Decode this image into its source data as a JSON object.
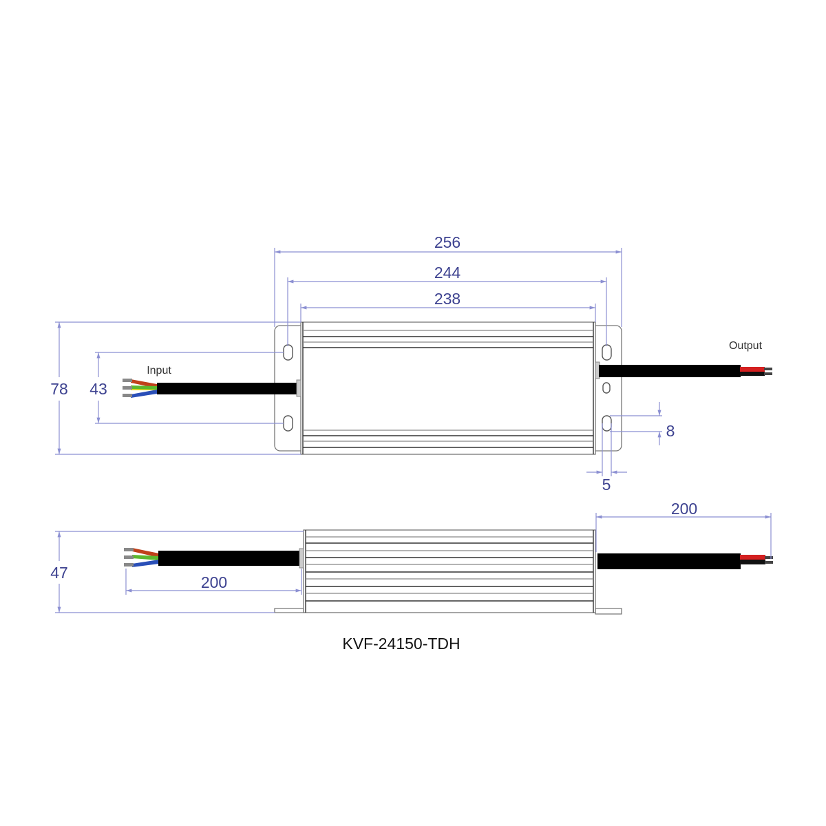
{
  "title": "KVF-24150-TDH",
  "labels": {
    "input": "Input",
    "output": "Output"
  },
  "dimensions": {
    "overall_length": "256",
    "hole_spacing_length": "244",
    "body_length": "238",
    "overall_width": "78",
    "hole_spacing_width": "43",
    "hole_height": "8",
    "hole_width": "5",
    "height": "47",
    "input_cable_length": "200",
    "output_cable_length": "200"
  },
  "colors": {
    "dimension": "#3d4290",
    "dimension_line": "#8b8fd2",
    "cable": "#000000",
    "wire_red": "#d42020",
    "wire_green": "#5cb82e",
    "wire_yellow": "#e8d820",
    "wire_blue": "#2a4fb8",
    "wire_brown": "#c0401a"
  }
}
